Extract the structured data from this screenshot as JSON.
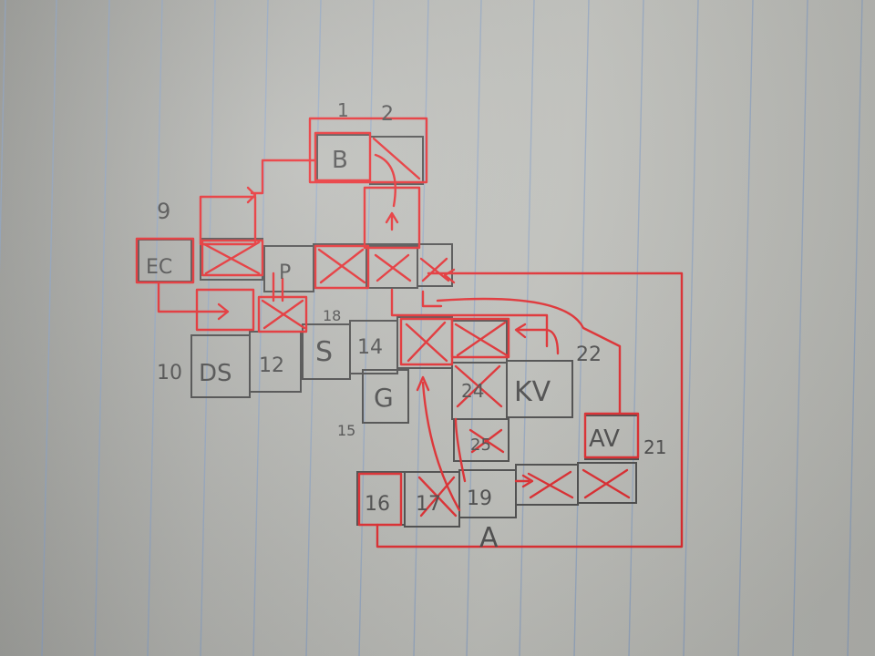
{
  "sketch": {
    "room_labels": {
      "b": "B",
      "ec": "EC",
      "p": "P",
      "ds": "DS",
      "twelve": "12",
      "s": "S",
      "fourteen": "14",
      "g": "G",
      "kv": "KV",
      "av": "AV",
      "sixteen": "16",
      "seventeen": "17",
      "nineteen": "19",
      "twenty_four": "24",
      "twenty_five": "25"
    },
    "margin_numbers": {
      "n1": "1",
      "n2": "2",
      "n9": "9",
      "n10": "10",
      "n15": "15",
      "n18": "18",
      "n21": "21",
      "n22": "22"
    },
    "entrance_label": "A",
    "colors": {
      "pencil": "#4a4a4a",
      "red_pen": "#e8262a",
      "rule_line": "#8fa6c8"
    }
  }
}
